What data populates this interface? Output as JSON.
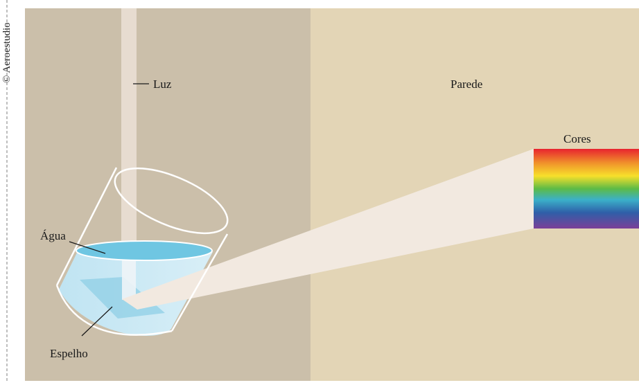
{
  "credit": "© Aeroestudio",
  "labels": {
    "light": "Luz",
    "wall": "Parede",
    "colors": "Cores",
    "water": "Água",
    "mirror": "Espelho"
  },
  "colors": {
    "floor_background": "#cbbfaa",
    "wall_background": "#e3d5b6",
    "light_beam": "#f2e9e0",
    "water": "#6fc6e2",
    "spectrum": [
      "#e8232f",
      "#f0932b",
      "#f7e02b",
      "#5dbb46",
      "#3bb0c9",
      "#2f5fa8",
      "#7b3f98"
    ]
  }
}
